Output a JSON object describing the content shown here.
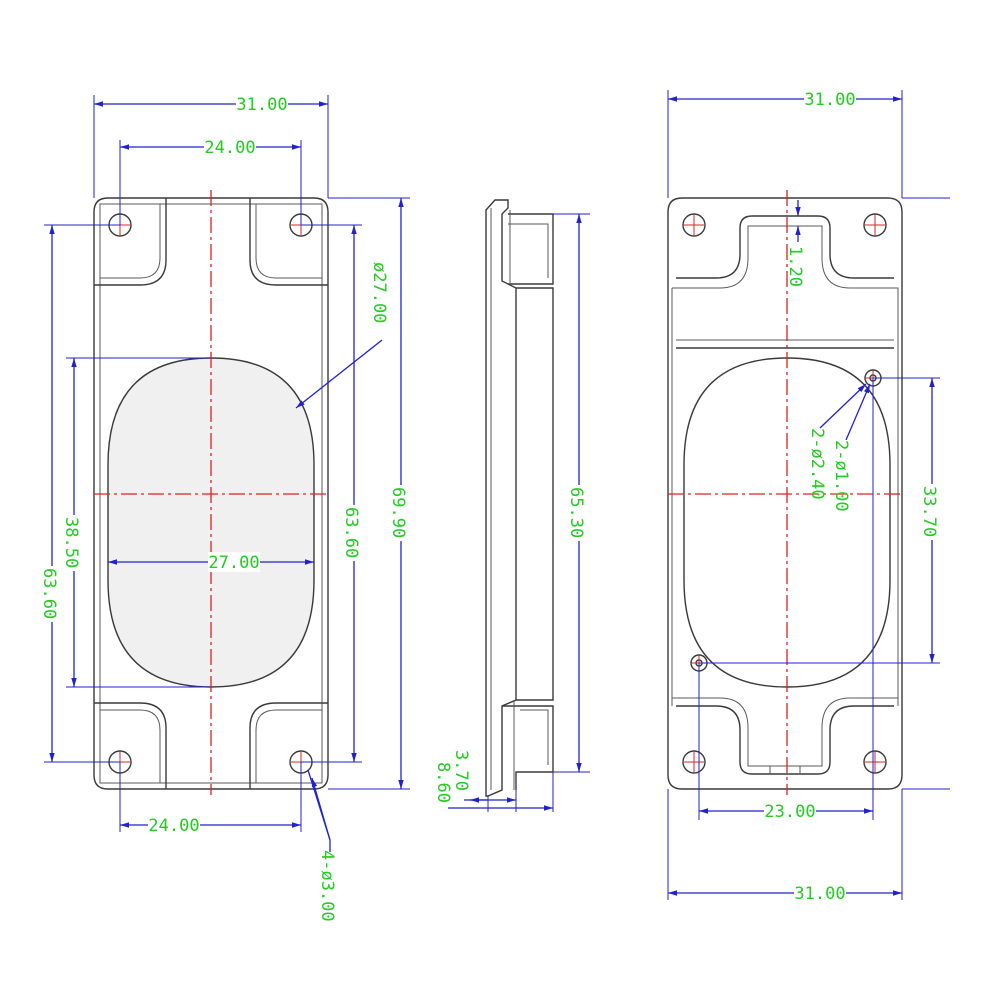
{
  "views": {
    "front": {
      "dimensions": {
        "overall_width": "31.00",
        "hole_spacing_top": "24.00",
        "hole_spacing_bottom": "24.00",
        "oval_width": "27.00",
        "oval_diameter": "ø27.00",
        "oval_height": "38.50",
        "hole_pitch_left": "63.60",
        "hole_pitch_right": "63.60",
        "overall_height": "69.90",
        "mount_holes": "4-ø3.00"
      }
    },
    "side": {
      "dimensions": {
        "height": "65.30",
        "depth_a": "3.70",
        "depth_b": "8.60"
      }
    },
    "back": {
      "dimensions": {
        "overall_width_top": "31.00",
        "overall_width_bottom": "31.00",
        "slot_depth": "1.20",
        "small_holes_a": "2-ø1.00",
        "small_holes_b": "2-ø2.40",
        "small_hole_vertical": "33.70",
        "small_hole_horizontal": "23.00"
      }
    }
  },
  "colors": {
    "outline": "#3a3a3a",
    "dimension_line": "#2222cc",
    "center_line": "#e02020",
    "dimension_text": "#22cc22"
  }
}
